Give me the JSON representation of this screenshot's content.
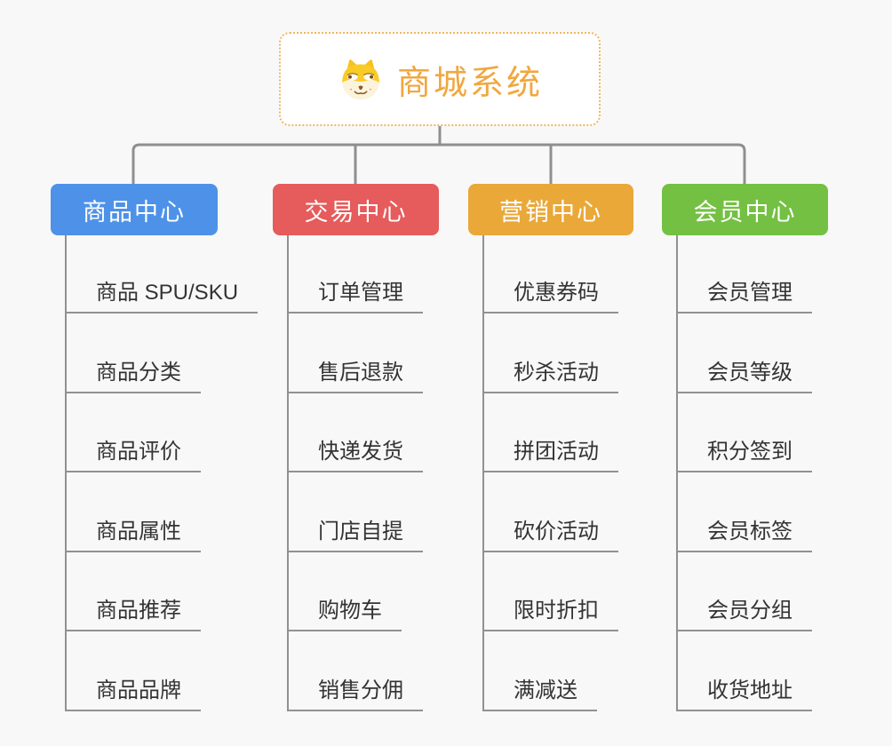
{
  "app": {
    "background_color": "#F8F8F8",
    "connector_color": "#8F8F8F",
    "leaf_text_color": "#333333",
    "leaf_line_color": "#919191"
  },
  "root": {
    "title": "商城系统",
    "icon": "doge-face-icon",
    "text_color": "#F1A73E",
    "border_color": "#F0B65F",
    "background_color": "#FFFFFF"
  },
  "branches": [
    {
      "label": "商品中心",
      "color": "#4D92E8",
      "children": [
        "商品 SPU/SKU",
        "商品分类",
        "商品评价",
        "商品属性",
        "商品推荐",
        "商品品牌"
      ]
    },
    {
      "label": "交易中心",
      "color": "#E65B5B",
      "children": [
        "订单管理",
        "售后退款",
        "快递发货",
        "门店自提",
        "购物车",
        "销售分佣"
      ]
    },
    {
      "label": "营销中心",
      "color": "#EAA839",
      "children": [
        "优惠券码",
        "秒杀活动",
        "拼团活动",
        "砍价活动",
        "限时折扣",
        "满减送"
      ]
    },
    {
      "label": "会员中心",
      "color": "#74C043",
      "children": [
        "会员管理",
        "会员等级",
        "积分签到",
        "会员标签",
        "会员分组",
        "收货地址"
      ]
    }
  ]
}
